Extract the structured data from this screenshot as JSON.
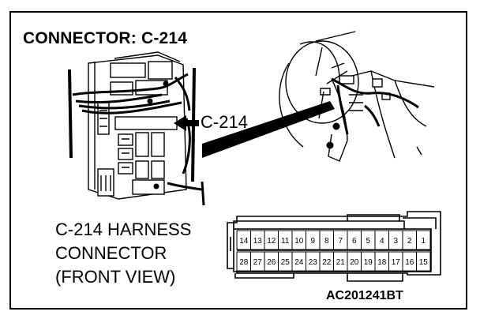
{
  "title": "CONNECTOR: C-214",
  "callout_label": "C-214",
  "harness_caption": [
    "C-214 HARNESS",
    "CONNECTOR",
    "(FRONT VIEW)"
  ],
  "figure_code": "AC201241BT",
  "connector": {
    "top_row": [
      "14",
      "13",
      "12",
      "11",
      "10",
      "9",
      "8",
      "7",
      "6",
      "5",
      "4",
      "3",
      "2",
      "1"
    ],
    "bottom_row": [
      "28",
      "27",
      "26",
      "25",
      "24",
      "23",
      "22",
      "21",
      "20",
      "19",
      "18",
      "17",
      "16",
      "15"
    ]
  }
}
